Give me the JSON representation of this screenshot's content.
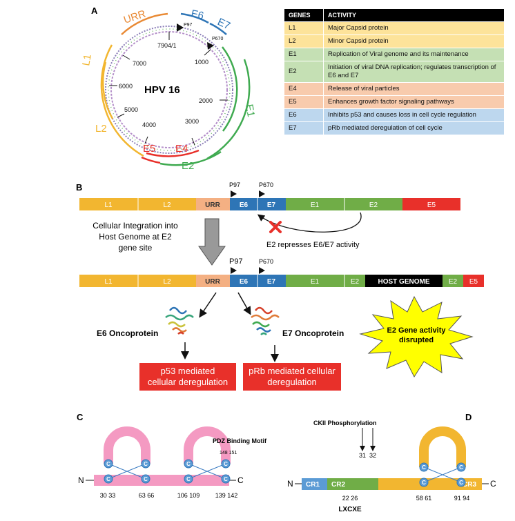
{
  "panels": {
    "a": "A",
    "b": "B",
    "c": "C",
    "d": "D"
  },
  "genome": {
    "center_label": "HPV 16",
    "positions": [
      "7904/1",
      "1000",
      "2000",
      "3000",
      "4000",
      "5000",
      "6000",
      "7000"
    ],
    "promoters": [
      "P97",
      "P670"
    ],
    "genes": [
      "URR",
      "E6",
      "E7",
      "E1",
      "E2",
      "E4",
      "E5",
      "L2",
      "L1"
    ]
  },
  "table": {
    "headers": [
      "GENES",
      "ACTIVITY"
    ],
    "rows": [
      {
        "gene": "L1",
        "activity": "Major Capsid protein",
        "color": "#fde39a"
      },
      {
        "gene": "L2",
        "activity": "Minor Capsid protein",
        "color": "#fde39a"
      },
      {
        "gene": "E1",
        "activity": "Replication of Viral genome and its maintenance",
        "color": "#c5e0b4"
      },
      {
        "gene": "E2",
        "activity": "Initiation of viral DNA replication; regulates transcription of E6 and E7",
        "color": "#c5e0b4"
      },
      {
        "gene": "E4",
        "activity": "Release of viral particles",
        "color": "#f8cbad"
      },
      {
        "gene": "E5",
        "activity": "Enhances growth factor signaling pathways",
        "color": "#f8cbad"
      },
      {
        "gene": "E6",
        "activity": "Inhibits p53 and causes loss in cell cycle regulation",
        "color": "#bdd7ee"
      },
      {
        "gene": "E7",
        "activity": "pRb mediated deregulation of cell cycle",
        "color": "#bdd7ee"
      }
    ]
  },
  "bar1": {
    "segments": [
      "L1",
      "L2",
      "URR",
      "E6",
      "E7",
      "E1",
      "E2",
      "E5"
    ],
    "promoters": [
      "P97",
      "P670"
    ]
  },
  "integration_text": [
    "Cellular Integration into",
    "Host Genome at E2",
    "gene site"
  ],
  "repress_text": "E2 represses E6/E7 activity",
  "bar2": {
    "segments": [
      "L1",
      "L2",
      "URR",
      "E6",
      "E7",
      "E1",
      "E2",
      "HOST GENOME",
      "E2",
      "E5"
    ],
    "promoters": [
      "P97",
      "P670"
    ]
  },
  "e6_oncoprotein": "E6 Oncoprotein",
  "e7_oncoprotein": "E7 Oncoprotein",
  "e2_disrupted": [
    "E2 Gene activity",
    "disrupted"
  ],
  "p53_box": [
    "p53 mediated",
    "cellular deregulation"
  ],
  "prb_box": [
    "pRb mediated cellular",
    "deregulation"
  ],
  "panel_c": {
    "n": "N",
    "c": "C",
    "cys": "C",
    "pdz": "PDZ Binding Motif",
    "pdz_pos": "148 151",
    "positions": [
      "30 33",
      "63 66",
      "106 109",
      "139 142"
    ]
  },
  "panel_d": {
    "n": "N",
    "c": "C",
    "cys": "C",
    "ckii": "CKII Phosphorylation",
    "regions": [
      "CR1",
      "CR2",
      "CR3"
    ],
    "ck_pos": [
      "31",
      "32"
    ],
    "positions": [
      "22 26",
      "58 61",
      "91 94"
    ],
    "motif": "LXCXE"
  }
}
